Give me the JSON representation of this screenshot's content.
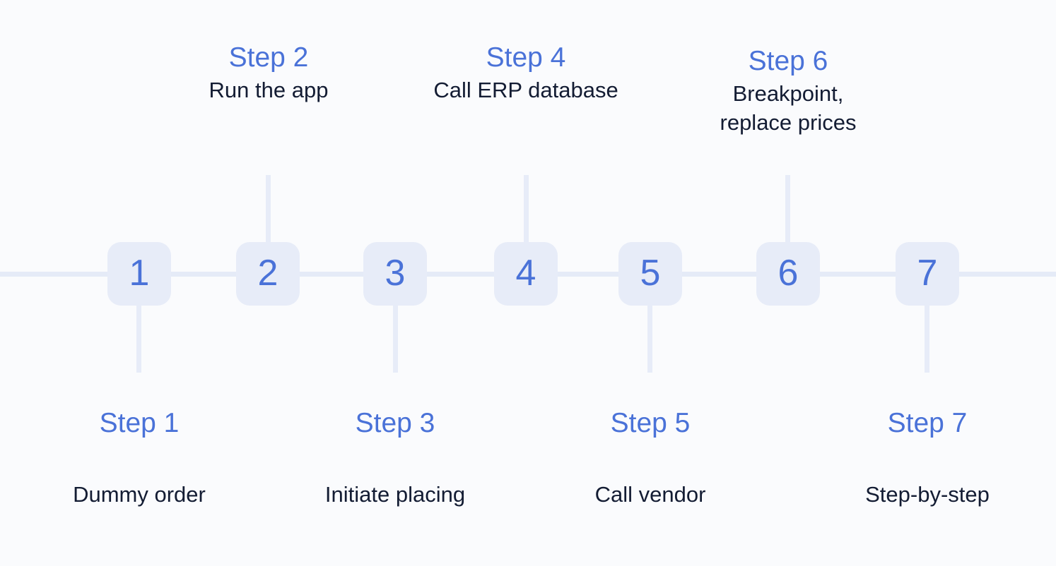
{
  "diagram": {
    "title_text": "",
    "type": "horizontal-step-timeline",
    "colors": {
      "background": "#fafbfd",
      "node_fill": "#e7ecf8",
      "line": "#e5ebf7",
      "accent_blue": "#4a72d8",
      "description_text": "#131c33"
    },
    "axis": {
      "orientation": "horizontal",
      "full_width": true
    },
    "steps": [
      {
        "number": "1",
        "title": "Step 1",
        "description_lines": [
          "Dummy order"
        ],
        "position": "below"
      },
      {
        "number": "2",
        "title": "Step 2",
        "description_lines": [
          "Run the app"
        ],
        "position": "above"
      },
      {
        "number": "3",
        "title": "Step 3",
        "description_lines": [
          "Initiate placing"
        ],
        "position": "below"
      },
      {
        "number": "4",
        "title": "Step 4",
        "description_lines": [
          "Call ERP database"
        ],
        "position": "above"
      },
      {
        "number": "5",
        "title": "Step 5",
        "description_lines": [
          "Call vendor"
        ],
        "position": "below"
      },
      {
        "number": "6",
        "title": "Step 6",
        "description_lines": [
          "Breakpoint,",
          "replace prices"
        ],
        "position": "above"
      },
      {
        "number": "7",
        "title": "Step 7",
        "description_lines": [
          "Step-by-step"
        ],
        "position": "below"
      }
    ]
  }
}
